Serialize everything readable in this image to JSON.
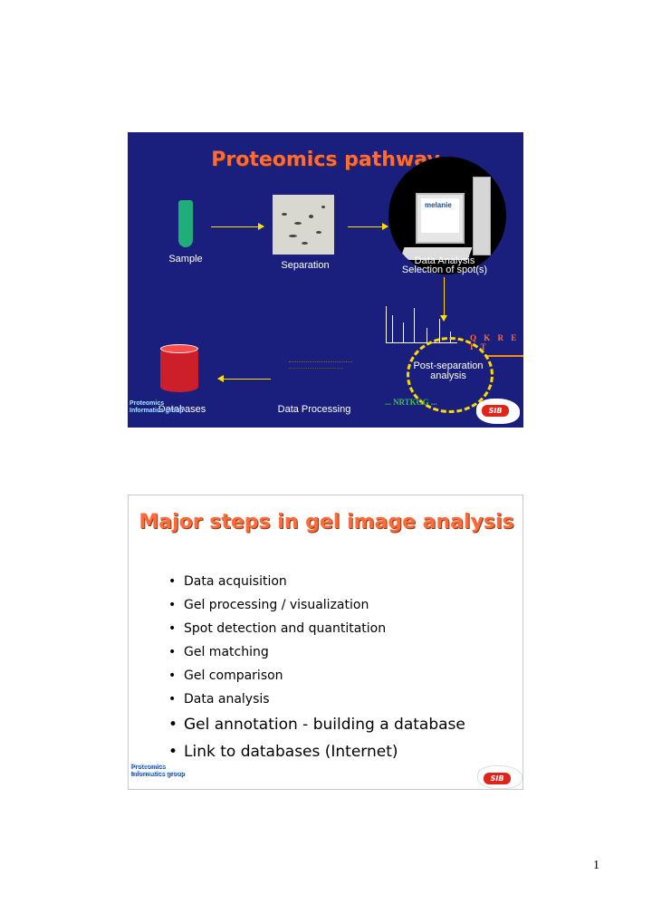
{
  "slide1": {
    "title": "Proteomics pathway",
    "labels": {
      "sample": "Sample",
      "separation": "Separation",
      "data_analysis": "Data Analysis",
      "selection": "Selection of spot(s)",
      "post_separation": "Post-separation",
      "analysis": "analysis",
      "databases": "Databases",
      "data_processing": "Data Processing"
    },
    "software_name": "melanie",
    "sequence_letters": "Q K R E I T",
    "peptide_sequence": "... NRTKGG ...",
    "logo_text": "Proteomics Informatics group",
    "sib_badge": "SIB"
  },
  "slide2": {
    "title": "Major steps in gel image analysis",
    "bullets": [
      "Data acquisition",
      "Gel processing / visualization",
      "Spot detection and quantitation",
      "Gel matching",
      "Gel comparison",
      "Data analysis",
      "Gel annotation - building a database",
      "Link to databases (Internet)"
    ],
    "logo_text": "Proteomics Informatics group",
    "sib_badge": "SIB"
  },
  "page_number": "1"
}
